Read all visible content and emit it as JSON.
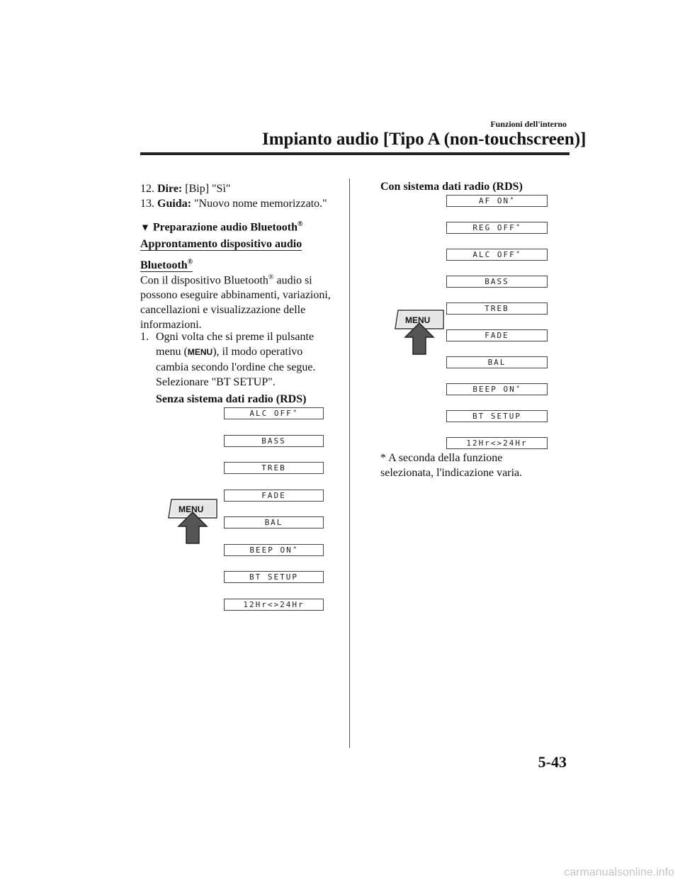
{
  "header": {
    "section": "Funzioni dell'interno",
    "title": "Impianto audio [Tipo A (non-touchscreen)]"
  },
  "steps_top": [
    {
      "num": "12.",
      "label": "Dire:",
      "text": "[Bip] \"Sì\""
    },
    {
      "num": "13.",
      "label": "Guida:",
      "text": "\"Nuovo nome memorizzato.\""
    }
  ],
  "section_heading": "Preparazione audio Bluetooth",
  "section_heading_mark": "▼",
  "subheading_line1": "Approntamento dispositivo audio",
  "subheading_line2": "Bluetooth",
  "registered": "®",
  "intro": {
    "line1_pre": "Con il dispositivo Bluetooth",
    "line1_post": " audio si",
    "line2": "possono eseguire abbinamenti, variazioni,",
    "line3": "cancellazioni e visualizzazione delle",
    "line4": "informazioni."
  },
  "step1": {
    "num": "1.",
    "line1": "Ogni volta che si preme il pulsante",
    "line2_pre": "menu (",
    "button": "MENU",
    "line2_post": "), il modo operativo",
    "line3": "cambia secondo l'ordine che segue.",
    "line4": "Selezionare \"BT SETUP\"."
  },
  "no_rds": {
    "heading": "Senza sistema dati radio (RDS)",
    "menu_button_label": "MENU",
    "items": [
      {
        "text": "ALC OFF",
        "ast": "*"
      },
      {
        "text": "BASS",
        "ast": ""
      },
      {
        "text": "TREB",
        "ast": ""
      },
      {
        "text": "FADE",
        "ast": ""
      },
      {
        "text": "BAL",
        "ast": ""
      },
      {
        "text": "BEEP ON",
        "ast": "*"
      },
      {
        "text": "BT SETUP",
        "ast": ""
      },
      {
        "text": "12Hr<>24Hr",
        "ast": ""
      }
    ]
  },
  "with_rds": {
    "heading": "Con sistema dati radio (RDS)",
    "menu_button_label": "MENU",
    "items": [
      {
        "text": "AF ON",
        "ast": "*"
      },
      {
        "text": "REG OFF",
        "ast": "*"
      },
      {
        "text": "ALC OFF",
        "ast": "*"
      },
      {
        "text": "BASS",
        "ast": ""
      },
      {
        "text": "TREB",
        "ast": ""
      },
      {
        "text": "FADE",
        "ast": ""
      },
      {
        "text": "BAL",
        "ast": ""
      },
      {
        "text": "BEEP ON",
        "ast": "*"
      },
      {
        "text": "BT SETUP",
        "ast": ""
      },
      {
        "text": "12Hr<>24Hr",
        "ast": ""
      }
    ]
  },
  "footnote": {
    "line1": "* A seconda della funzione",
    "line2": "selezionata, l'indicazione varia."
  },
  "page_number": "5-43",
  "watermark": "carmanualsonline.info"
}
